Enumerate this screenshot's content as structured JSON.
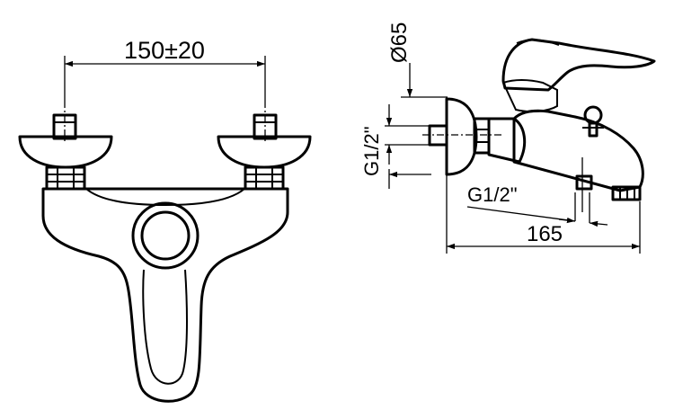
{
  "labels": {
    "front_width": "150±20",
    "diameter": "Ø65",
    "inlet_thread": "G1/2\"",
    "outlet_thread": "G1/2\"",
    "side_length": "165"
  }
}
